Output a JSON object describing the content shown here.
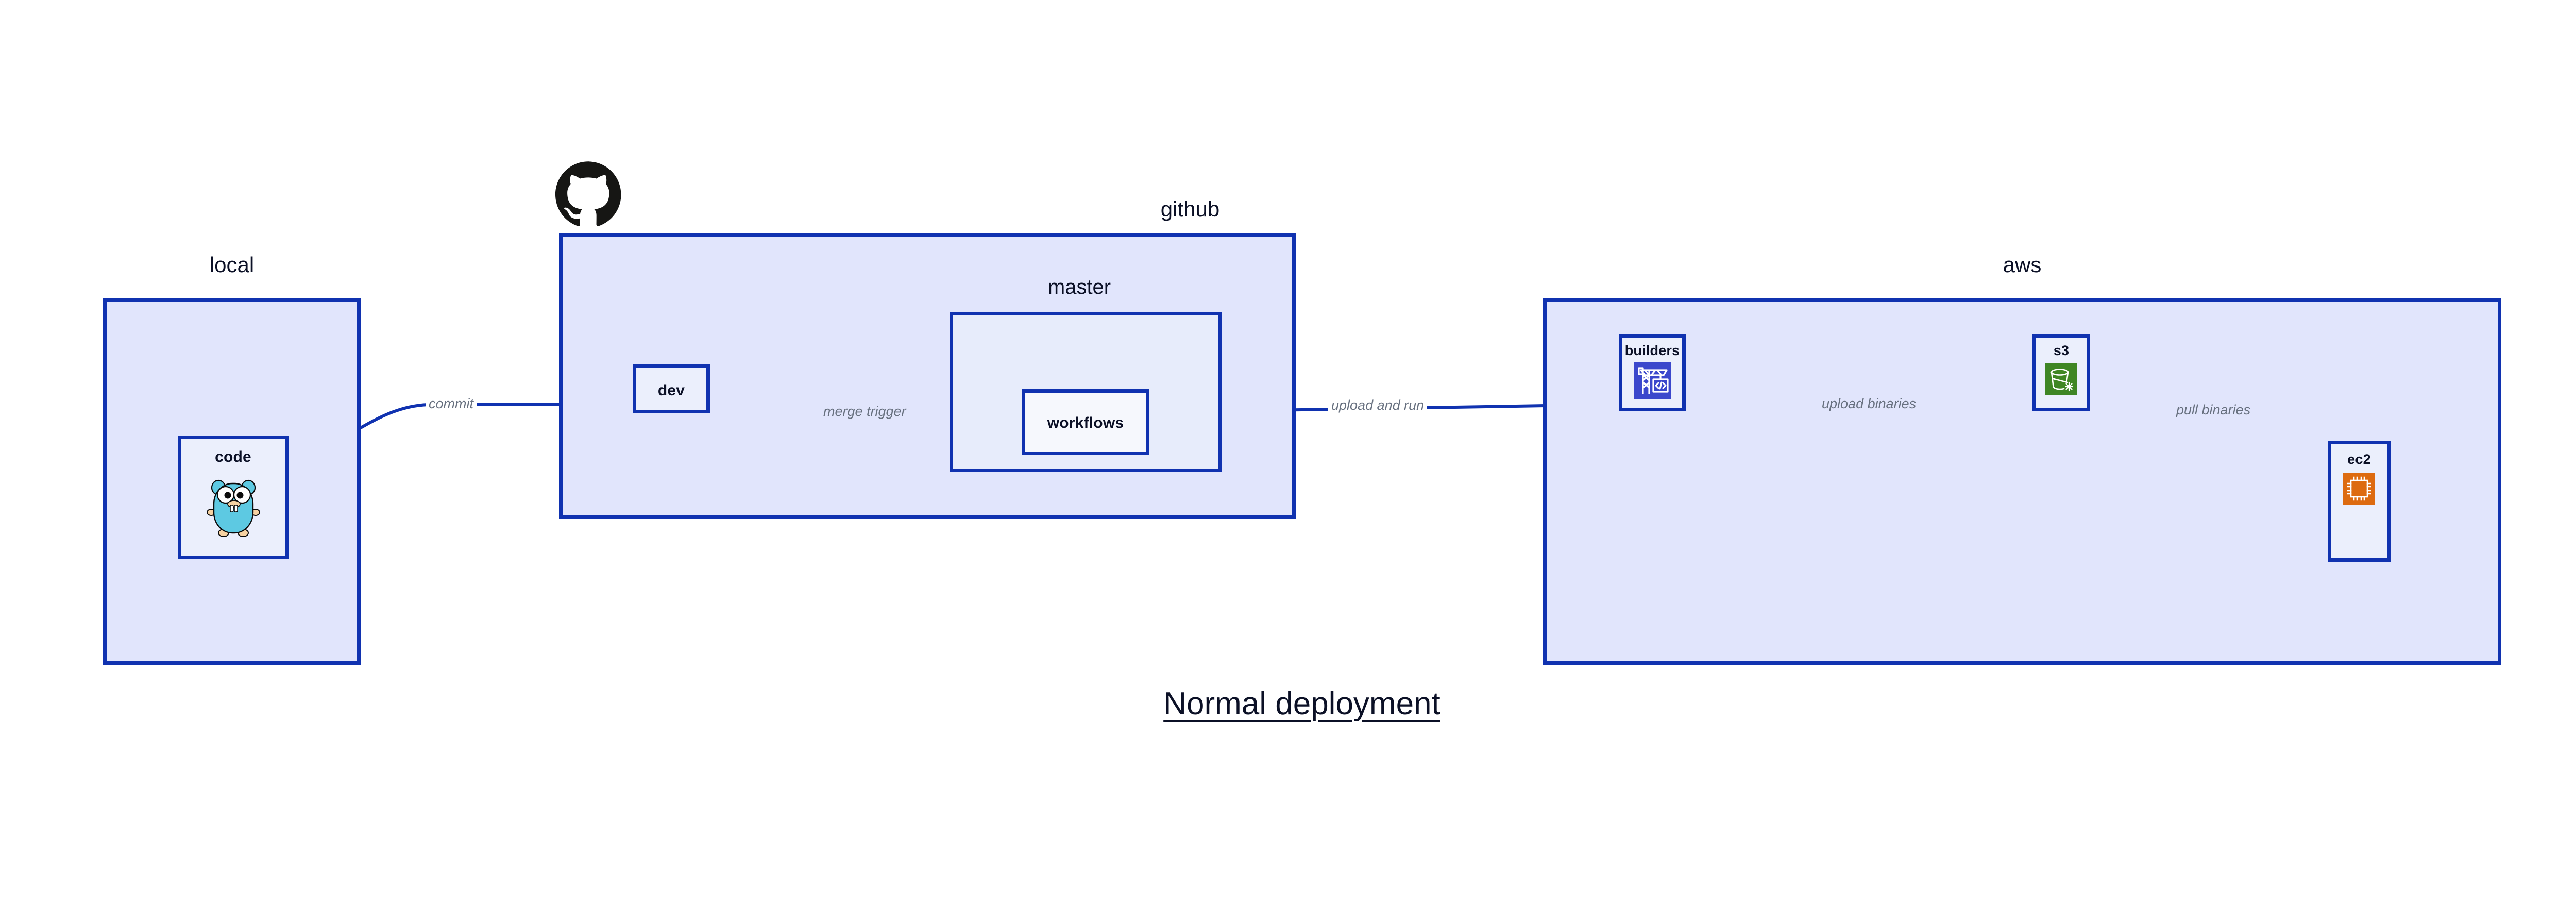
{
  "diagram": {
    "title": "Normal deployment",
    "accent_border": "#1032B0",
    "group_fill": "#E1E5FC",
    "subgroup_fill": "#E7ECFB",
    "node_fill": "#EBEFFC",
    "edge_label_color": "#67707F",
    "text_color": "#0B1026",
    "groups": [
      {
        "id": "local",
        "label": "local"
      },
      {
        "id": "github",
        "label": "github"
      },
      {
        "id": "master",
        "label": "master"
      },
      {
        "id": "aws",
        "label": "aws"
      }
    ],
    "nodes": [
      {
        "id": "code",
        "label": "code",
        "icon": "go-gopher-icon"
      },
      {
        "id": "dev",
        "label": "dev",
        "icon": ""
      },
      {
        "id": "workflows",
        "label": "workflows",
        "icon": ""
      },
      {
        "id": "builders",
        "label": "builders",
        "icon": "aws-codebuild-crane-icon"
      },
      {
        "id": "s3",
        "label": "s3",
        "icon": "aws-s3-bucket-icon"
      },
      {
        "id": "ec2",
        "label": "ec2",
        "icon": "aws-ec2-chip-icon"
      }
    ],
    "edges": [
      {
        "id": "commit",
        "label": "commit",
        "from": "code",
        "to": "dev"
      },
      {
        "id": "merge-trigger",
        "label": "merge trigger",
        "from": "dev",
        "to": "workflows"
      },
      {
        "id": "upload-and-run",
        "label": "upload and run",
        "from": "workflows",
        "to": "builders"
      },
      {
        "id": "upload-binaries",
        "label": "upload binaries",
        "from": "builders",
        "to": "s3"
      },
      {
        "id": "pull-binaries",
        "label": "pull binaries",
        "from": "s3",
        "to": "ec2"
      }
    ],
    "logos": [
      {
        "id": "github-logo",
        "icon": "github-octocat-icon",
        "color": "#161614"
      }
    ],
    "icon_colors": {
      "codebuild_bg": "#3B48CC",
      "s3_bg": "#3F8624",
      "ec2_bg": "#DD6B10",
      "gopher_body": "#5DC9E2",
      "gopher_accent": "#F6D2A2"
    }
  }
}
